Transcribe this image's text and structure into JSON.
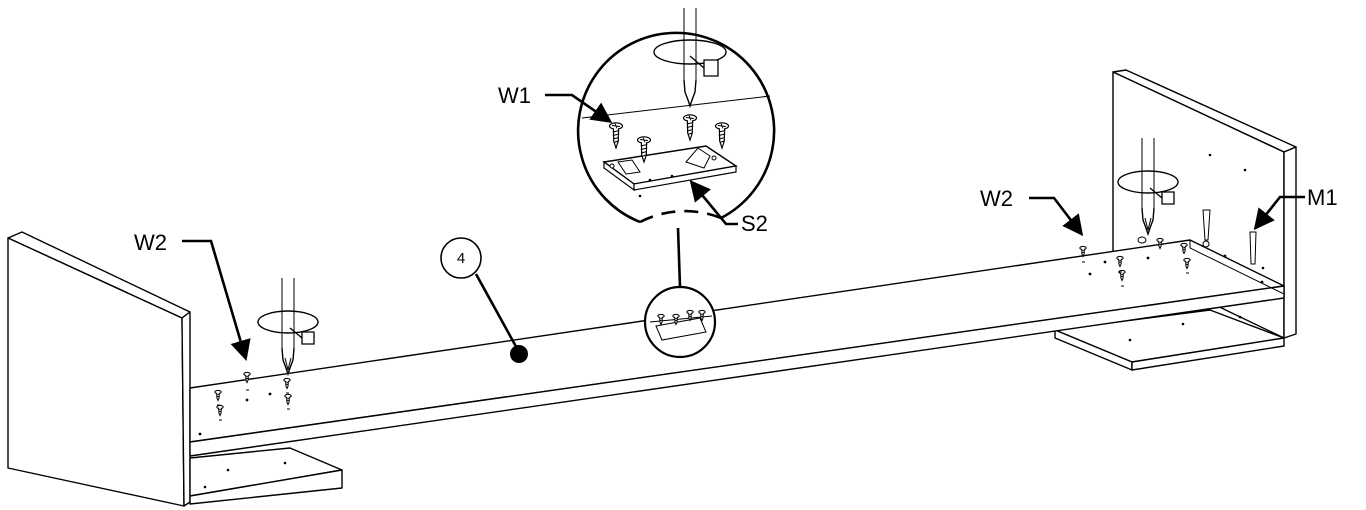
{
  "callouts": {
    "w1": "W1",
    "w2_left": "W2",
    "w2_right": "W2",
    "s2": "S2",
    "m1": "M1"
  },
  "panel_number": "4",
  "colors": {
    "line": "#000000",
    "background": "#ffffff"
  },
  "icons": [
    "screwdriver-icon",
    "rotation-arrow-icon",
    "screw-icon",
    "bracket-icon",
    "magnifier-circle-icon"
  ]
}
